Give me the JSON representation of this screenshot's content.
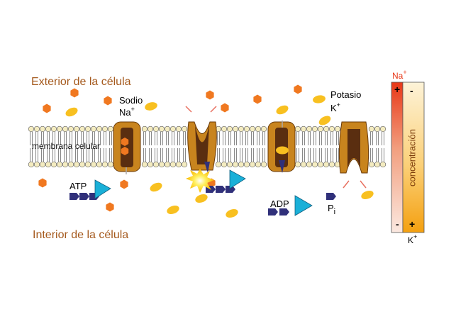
{
  "labels": {
    "exterior": "Exterior de la célula",
    "interior": "Interior de la célula",
    "membrane": "membrana celular",
    "sodium": "Sodio",
    "sodium_symbol": "Na",
    "sodium_charge": "+",
    "potassium": "Potasio",
    "potassium_symbol": "K",
    "potassium_charge": "+",
    "atp": "ATP",
    "adp": "ADP",
    "phosphate": "P",
    "phosphate_sub": "i",
    "concentration": "concentración",
    "bar_top_na": "Na",
    "bar_top_na_charge": "+",
    "bar_bottom_k": "K",
    "bar_bottom_k_charge": "+",
    "na_bar_plus": "+",
    "na_bar_minus": "-",
    "k_bar_minus": "-",
    "k_bar_plus": "+"
  },
  "colors": {
    "region_text": "#a55a1e",
    "sodium_ion": "#f07820",
    "potassium_ion": "#f8c020",
    "protein": "#c8841e",
    "protein_dark": "#5a2e10",
    "atp_blue": "#1ab0d8",
    "phosphate_navy": "#30307a",
    "lipid_head": "#f4ecc0"
  }
}
